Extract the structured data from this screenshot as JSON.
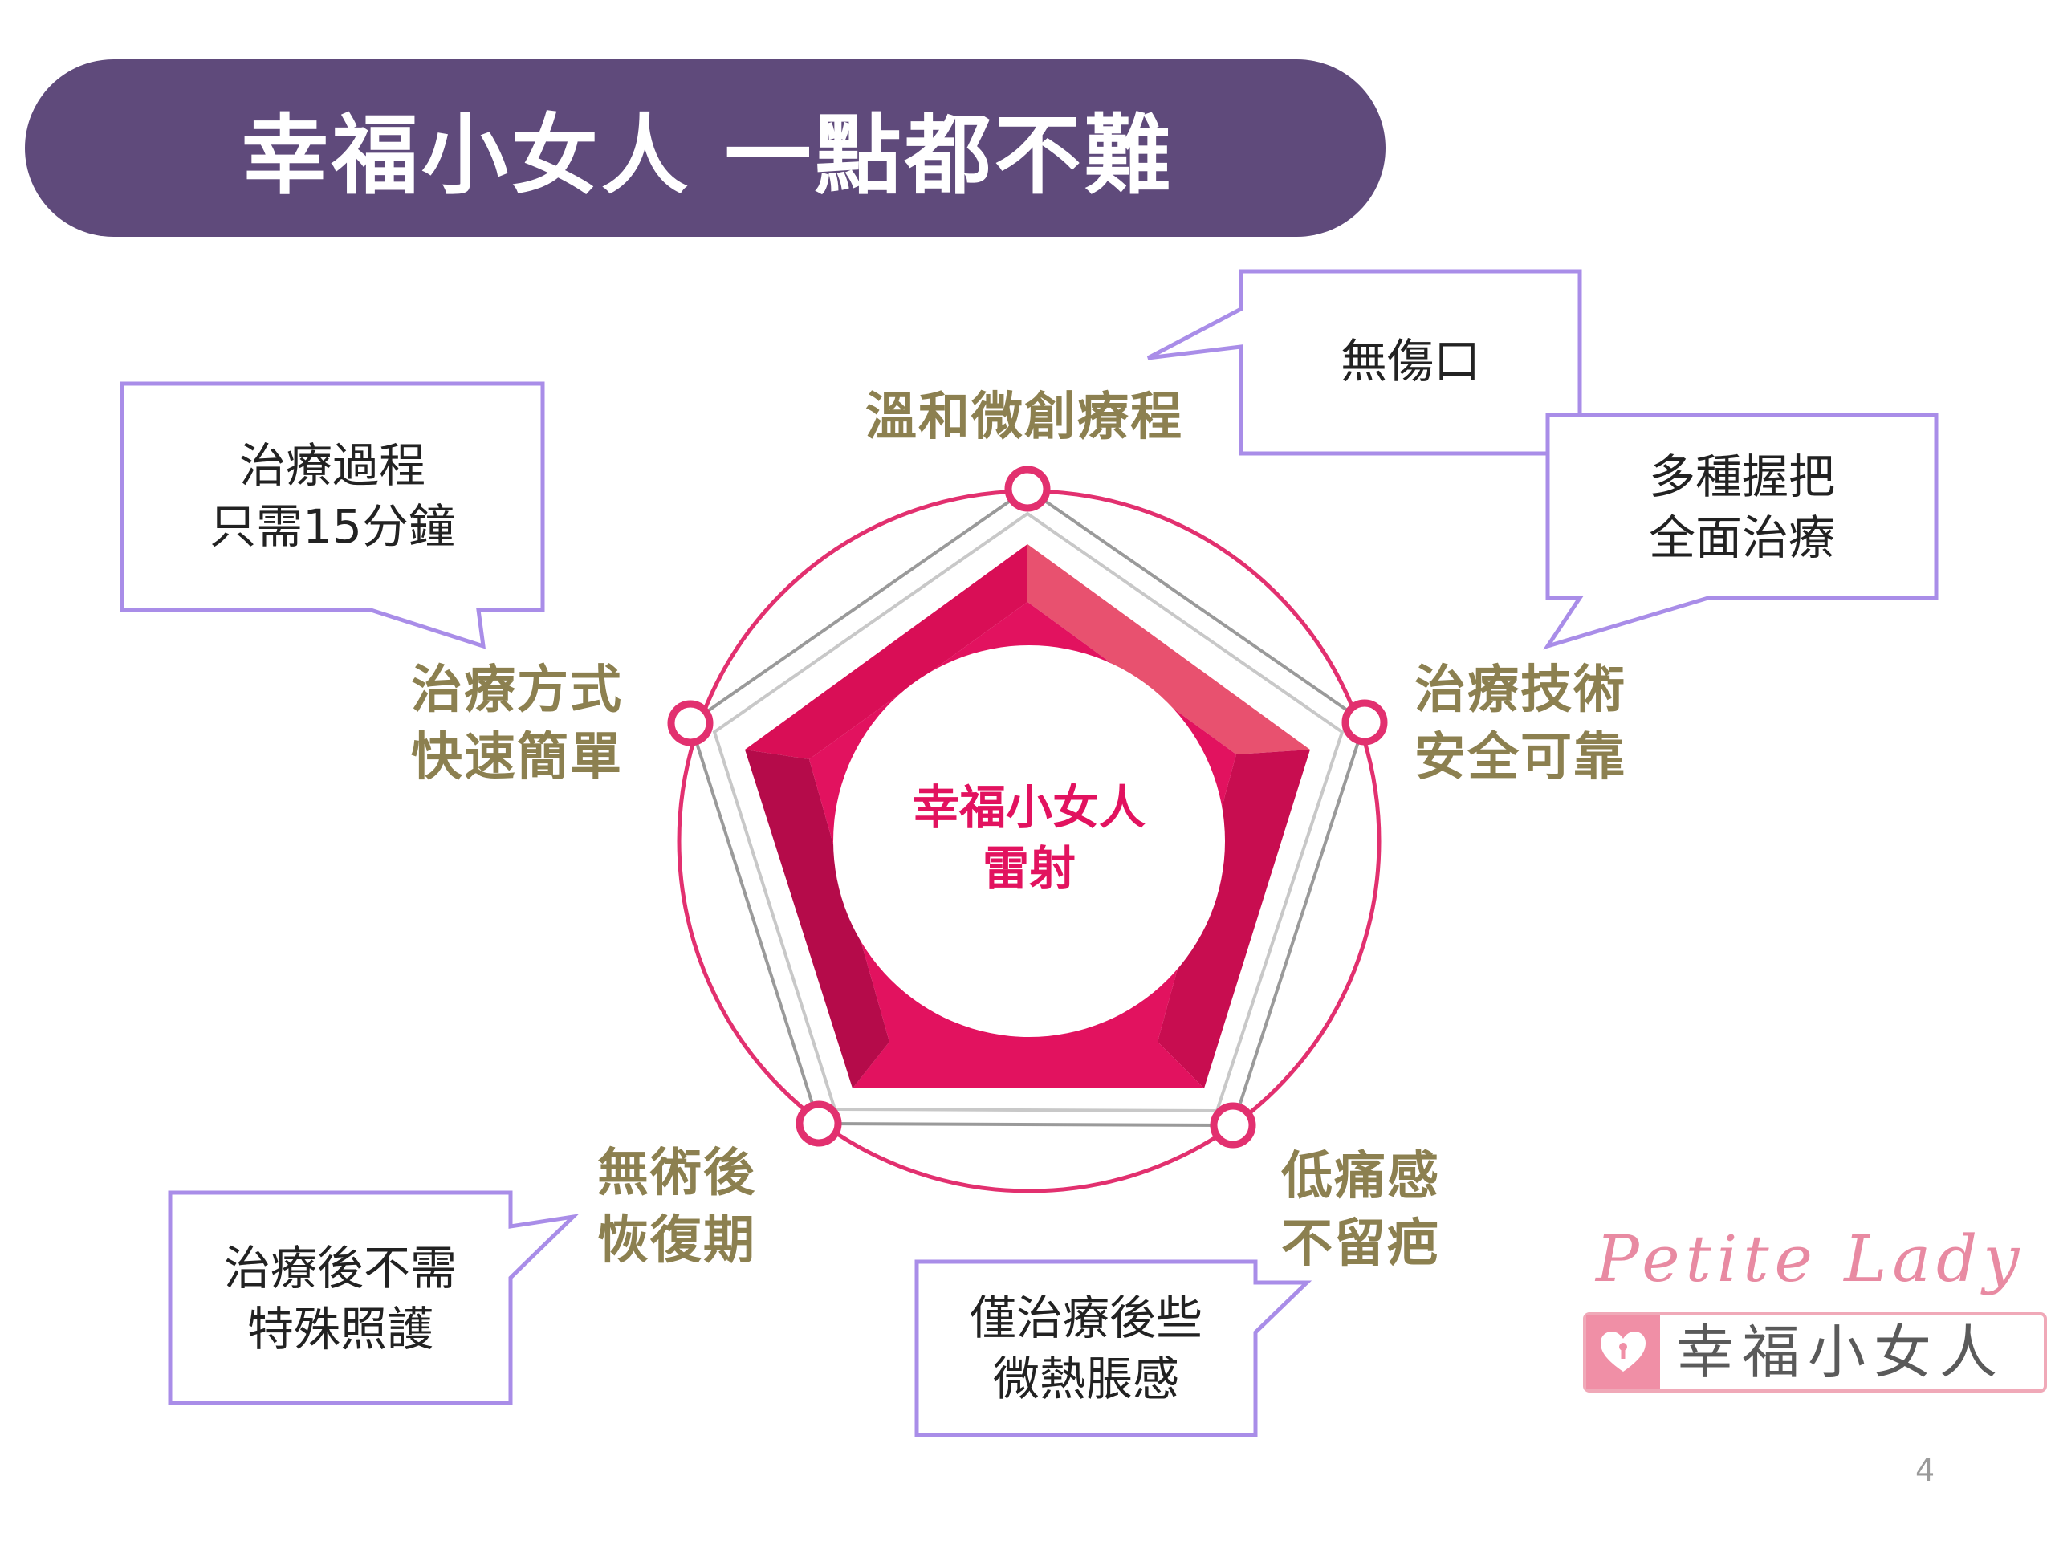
{
  "title": "幸福小女人 一點都不難",
  "center": {
    "line1": "幸福小女人",
    "line2": "雷射"
  },
  "labels": {
    "top": "溫和微創療程",
    "right": [
      "治療技術",
      "安全可靠"
    ],
    "bottom_right": [
      "低痛感",
      "不留疤"
    ],
    "bottom_left": [
      "無術後",
      "恢復期"
    ],
    "left": [
      "治療方式",
      "快速簡單"
    ]
  },
  "callouts": {
    "no_wound": [
      "無傷口"
    ],
    "grips": [
      "多種握把",
      "全面治療"
    ],
    "time": [
      "治療過程",
      "只需15分鐘"
    ],
    "aftercare": [
      "治療後不需",
      "特殊照護"
    ],
    "sensation": [
      "僅治療後些",
      "微熱脹感"
    ]
  },
  "logo": {
    "en": "Petite Lady",
    "zh": "幸福小女人"
  },
  "page_number": "4",
  "colors": {
    "title_bg": "#5f4a7b",
    "accent_pink": "#e2125f",
    "label_gold": "#8c8050",
    "callout_border": "#a98de8",
    "ring": "#e2306f"
  }
}
